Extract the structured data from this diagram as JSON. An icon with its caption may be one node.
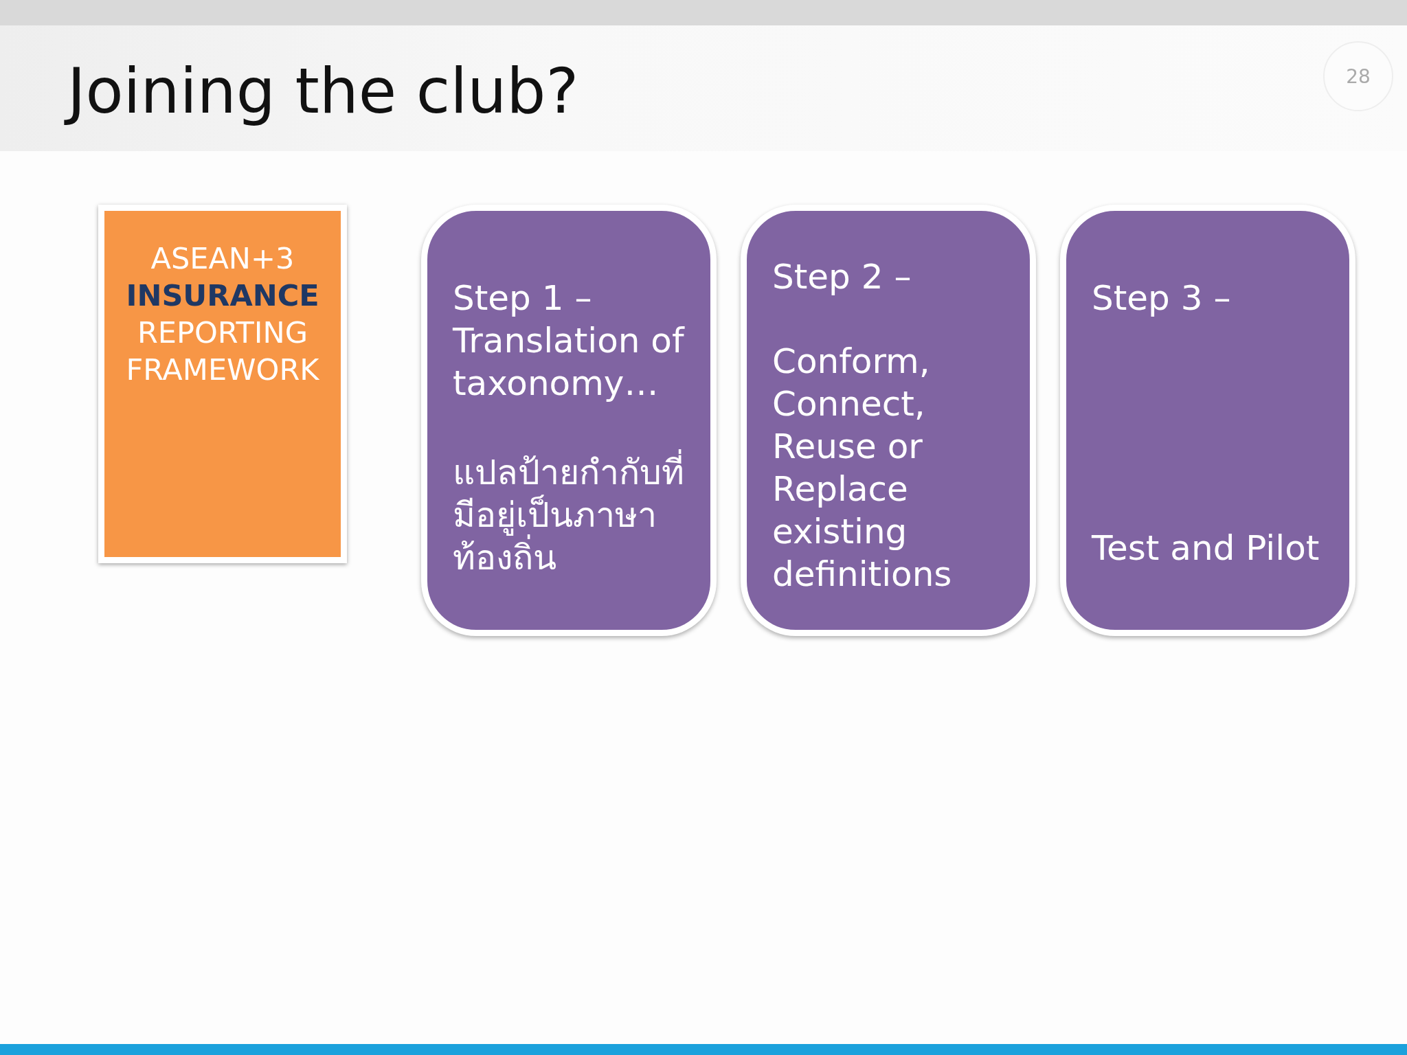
{
  "diagram": {
    "title": "Joining the club?",
    "nodes": [
      {
        "text": [
          "ASEAN+3 **INSURANCE** REPORTING FRAMEWORK"
        ]
      },
      {
        "text": [
          "Step 1 – Translation of taxonomy…",
          "แปลป้ายกำกับที่มีอยู่เป็นภาษาท้องถิ่น"
        ]
      },
      {
        "text": [
          "Step 2 –",
          "Conform, Connect, Reuse or Replace existing definitions"
        ]
      },
      {
        "text": [
          "Step 3 –",
          "Test and Pilot"
        ]
      }
    ],
    "labels": [
      "28"
    ]
  }
}
